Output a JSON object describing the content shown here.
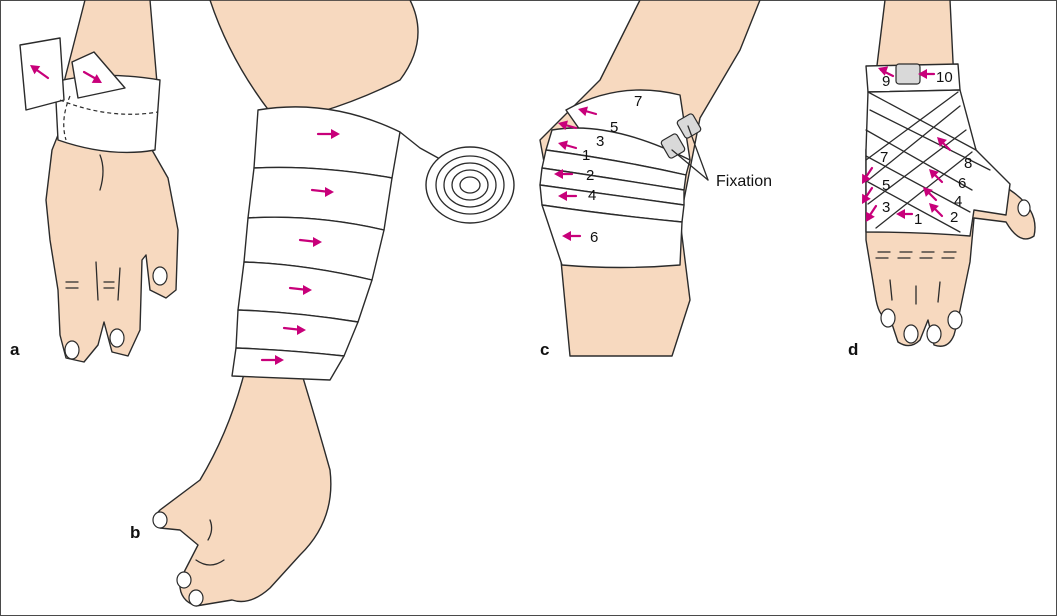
{
  "panels": {
    "a": {
      "letter": "a"
    },
    "b": {
      "letter": "b"
    },
    "c": {
      "letter": "c",
      "labels": [
        "7",
        "5",
        "3",
        "1",
        "2",
        "4",
        "6"
      ],
      "fixation": "Fixation"
    },
    "d": {
      "letter": "d",
      "labels": [
        "9",
        "10",
        "8",
        "7",
        "6",
        "5",
        "4",
        "3",
        "2",
        "1"
      ]
    }
  },
  "colors": {
    "arrow": "#c8007a",
    "skin": "#f7d9bf",
    "bandage": "#ffffff",
    "tape": "#d9d9d9",
    "outline": "#2b2b2b"
  },
  "icons": {
    "direction": "arrow-icon"
  }
}
